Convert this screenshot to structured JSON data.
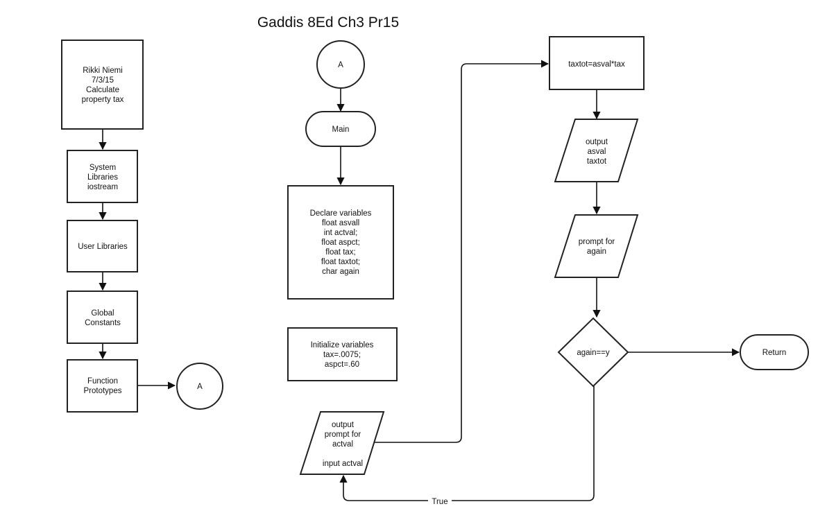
{
  "title": "Gaddis 8Ed Ch3 Pr15",
  "nodes": {
    "header": [
      "Rikki Niemi",
      "7/3/15",
      "Calculate",
      "property tax"
    ],
    "system_libraries": [
      "System",
      "Libraries",
      "iostream"
    ],
    "user_libraries": [
      "User Libraries"
    ],
    "global_constants": [
      "Global",
      "Constants"
    ],
    "function_prototypes": [
      "Function",
      "Prototypes"
    ],
    "connector_left": [
      "A"
    ],
    "connector_top": [
      "A"
    ],
    "main": [
      "Main"
    ],
    "declare": [
      "Declare variables",
      "float asvall",
      "int actval;",
      "float aspct;",
      "float tax;",
      "float taxtot;",
      "char again"
    ],
    "initialize": [
      "Initialize variables",
      "tax=.0075;",
      "aspct=.60"
    ],
    "io_input": [
      "output",
      "prompt for",
      "actval",
      "",
      "input actval"
    ],
    "compute": [
      "taxtot=asval*tax"
    ],
    "io_output": [
      "output",
      "asval",
      "taxtot"
    ],
    "io_prompt": [
      "prompt for",
      "again"
    ],
    "decision": [
      "again==y"
    ],
    "return": [
      "Return"
    ]
  },
  "edges": {
    "loop_label": "True"
  }
}
